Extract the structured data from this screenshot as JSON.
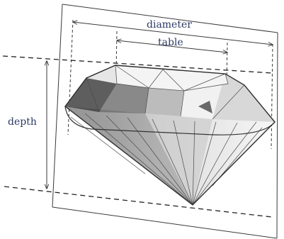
{
  "labels": {
    "diameter": "diameter",
    "table": "table",
    "depth": "depth"
  },
  "colors": {
    "label_ink": "#2c3a64",
    "line_ink": "#2e2e2e"
  }
}
